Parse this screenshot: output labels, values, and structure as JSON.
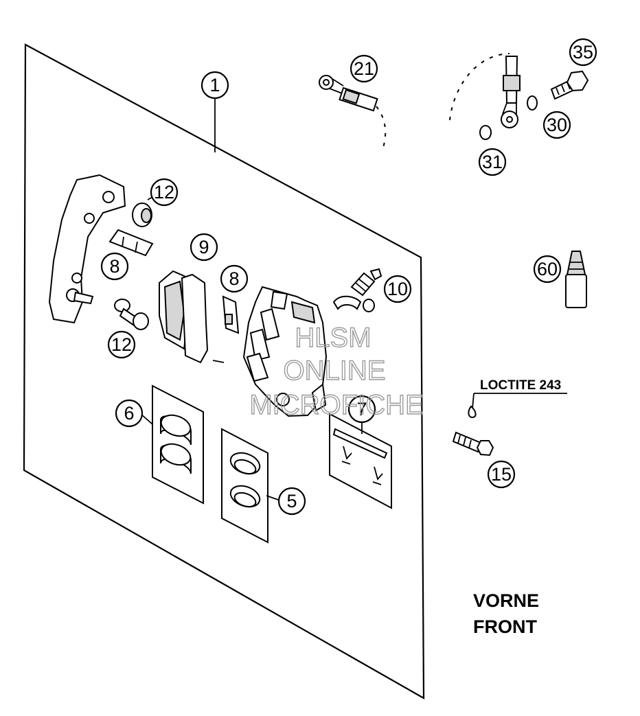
{
  "callouts": {
    "c1": "1",
    "c21": "21",
    "c35": "35",
    "c30": "30",
    "c31": "31",
    "c12a": "12",
    "c9": "9",
    "c8a": "8",
    "c8b": "8",
    "c10": "10",
    "c12b": "12",
    "c60": "60",
    "c6": "6",
    "c7": "7",
    "c5": "5",
    "c15": "15"
  },
  "labels": {
    "loctite": "LOCTITE 243",
    "vorne": "VORNE",
    "front": "FRONT"
  },
  "watermark": {
    "line1": "HLSM",
    "line2": "ONLINE",
    "line3": "MICROFICHE"
  }
}
